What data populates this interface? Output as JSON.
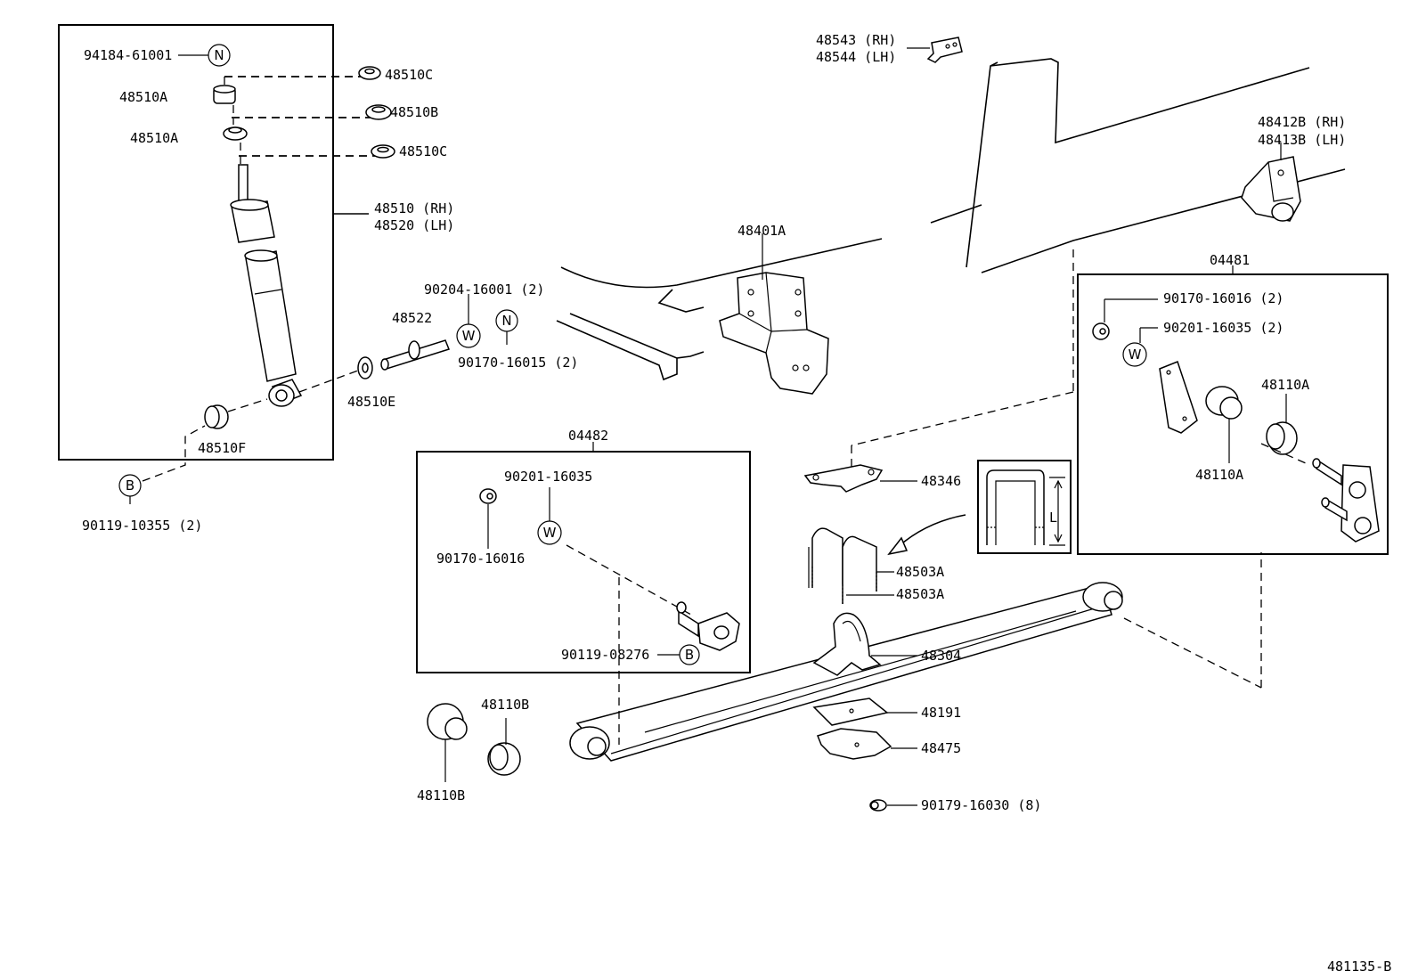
{
  "diagram_id": "481135-B",
  "symbols": {
    "nut": "N",
    "washer": "W",
    "bolt": "B"
  },
  "groups": [
    {
      "id": "shock_box",
      "label": "48510 (RH)",
      "label2": "48520 (LH)"
    },
    {
      "id": "kit_04482",
      "label": "04482"
    },
    {
      "id": "kit_04481",
      "label": "04481"
    }
  ],
  "parts": [
    {
      "code": "94184-61001",
      "symbol": "N"
    },
    {
      "code": "48510C"
    },
    {
      "code": "48510A"
    },
    {
      "code": "48510B"
    },
    {
      "code": "48510A"
    },
    {
      "code": "48510C"
    },
    {
      "code": "48510E"
    },
    {
      "code": "48510F"
    },
    {
      "code": "90119-10355 (2)",
      "symbol": "B"
    },
    {
      "code": "48522"
    },
    {
      "code": "90204-16001 (2)",
      "symbol": "W"
    },
    {
      "code": "90170-16015 (2)",
      "symbol": "N"
    },
    {
      "code": "48401A"
    },
    {
      "code": "48543 (RH)",
      "code2": "48544 (LH)"
    },
    {
      "code": "48412B (RH)",
      "code2": "48413B (LH)"
    },
    {
      "code": "90201-16035"
    },
    {
      "code": "90170-16016"
    },
    {
      "code": "90119-08276",
      "symbol": "B"
    },
    {
      "code": "90170-16016 (2)"
    },
    {
      "code": "90201-16035 (2)",
      "symbol": "W"
    },
    {
      "code": "48110A"
    },
    {
      "code": "48110A"
    },
    {
      "code": "48346"
    },
    {
      "code": "48503A"
    },
    {
      "code": "48503A"
    },
    {
      "code": "48304"
    },
    {
      "code": "48191"
    },
    {
      "code": "48475"
    },
    {
      "code": "90179-16030 (8)"
    },
    {
      "code": "48110B"
    },
    {
      "code": "48110B"
    }
  ],
  "dimension_label": "L"
}
